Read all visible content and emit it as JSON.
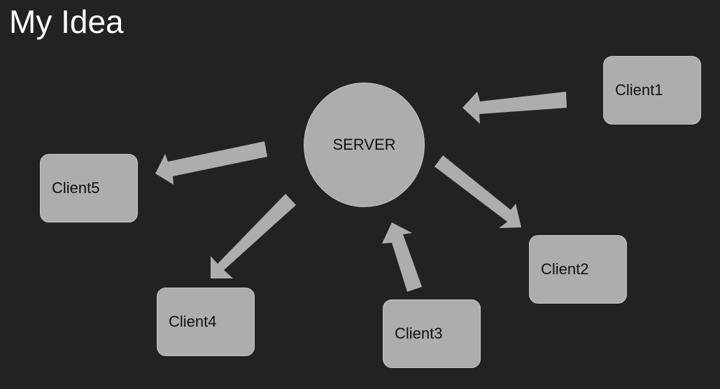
{
  "slide": {
    "title": "My Idea"
  },
  "diagram": {
    "server": {
      "label": "SERVER"
    },
    "clients": [
      {
        "id": "client1",
        "label": "Client1"
      },
      {
        "id": "client2",
        "label": "Client2"
      },
      {
        "id": "client3",
        "label": "Client3"
      },
      {
        "id": "client4",
        "label": "Client4"
      },
      {
        "id": "client5",
        "label": "Client5"
      }
    ],
    "edges": [
      {
        "from": "Client1",
        "to": "SERVER"
      },
      {
        "from": "SERVER",
        "to": "Client2"
      },
      {
        "from": "Client3",
        "to": "SERVER"
      },
      {
        "from": "SERVER",
        "to": "Client4"
      },
      {
        "from": "SERVER",
        "to": "Client5"
      }
    ]
  },
  "colors": {
    "background": "#222222",
    "shape_fill": "#adadad",
    "title_text": "#ffffff",
    "label_text": "#111111"
  }
}
